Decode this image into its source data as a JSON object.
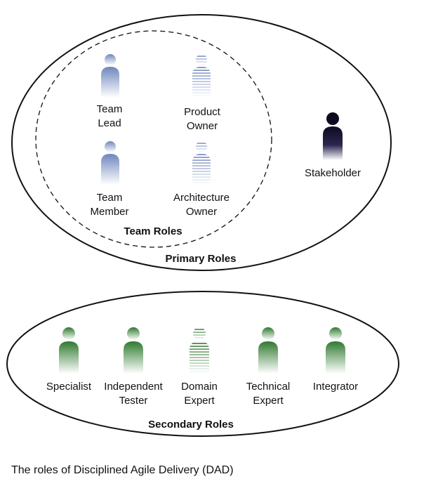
{
  "primary": {
    "group_label": "Primary Roles",
    "team_group_label": "Team Roles",
    "team_roles": [
      {
        "line1": "Team",
        "line2": "Lead",
        "style": "solid"
      },
      {
        "line1": "Product",
        "line2": "Owner",
        "style": "striped"
      },
      {
        "line1": "Team",
        "line2": "Member",
        "style": "solid"
      },
      {
        "line1": "Architecture",
        "line2": "Owner",
        "style": "striped"
      }
    ],
    "stakeholder": {
      "line1": "Stakeholder"
    }
  },
  "secondary": {
    "group_label": "Secondary Roles",
    "roles": [
      {
        "line1": "Specialist",
        "line2": "",
        "style": "solid"
      },
      {
        "line1": "Independent",
        "line2": "Tester",
        "style": "solid"
      },
      {
        "line1": "Domain",
        "line2": "Expert",
        "style": "striped"
      },
      {
        "line1": "Technical",
        "line2": "Expert",
        "style": "solid"
      },
      {
        "line1": "Integrator",
        "line2": "",
        "style": "solid"
      }
    ]
  },
  "caption": "The roles of Disciplined Agile Delivery (DAD)",
  "colors": {
    "team_role": "#6f86bd",
    "stakeholder": "#1b1836",
    "secondary_role": "#2f7a2f",
    "outline": "#111111"
  },
  "icons": {
    "role": "person-icon"
  }
}
